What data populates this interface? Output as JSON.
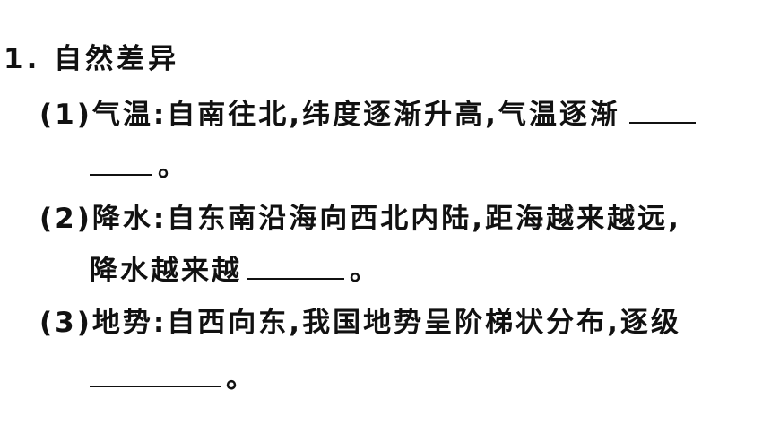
{
  "heading": "1. 自然差异",
  "items": [
    {
      "num": "(1)",
      "text": "气温:自南往北,纬度逐渐升高,气温逐渐",
      "end": "。"
    },
    {
      "num": "(2)",
      "text": "降水:自东南沿海向西北内陆,距海越来越远,",
      "cont": "降水越来越",
      "end": "。"
    },
    {
      "num": "(3)",
      "text": "地势:自西向东,我国地势呈阶梯状分布,逐级",
      "end": "。"
    }
  ]
}
